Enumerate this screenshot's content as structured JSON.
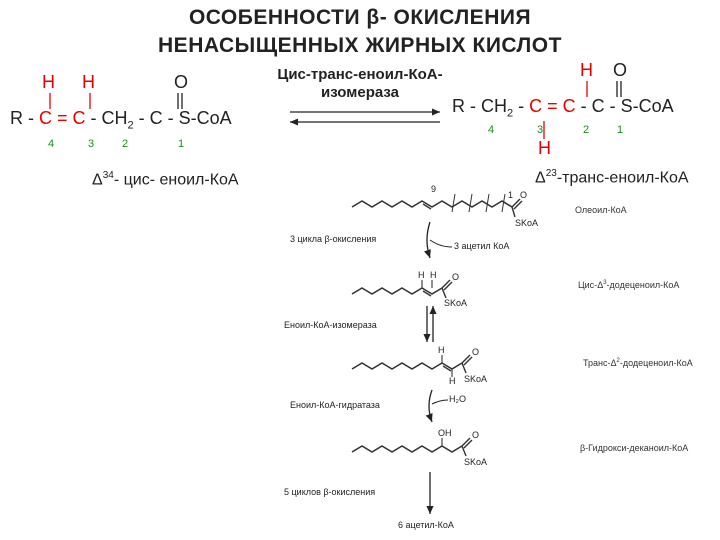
{
  "title": {
    "line1": "ОСОБЕННОСТИ β- ОКИСЛЕНИЯ",
    "line2": "НЕНАСЫЩЕННЫХ ЖИРНЫХ КИСЛОТ"
  },
  "reaction": {
    "enzyme_line1": "Цис-транс-еноил-КоА-",
    "enzyme_line2": "изомераза",
    "left": {
      "r_prefix": "R - ",
      "c_double": "C = C",
      "tail": " - CH",
      "sub2": "2",
      "tail2": " - C - S-CoA",
      "h1": "H",
      "h2": "H",
      "o": "O",
      "numbers": [
        "4",
        "3",
        "2",
        "1"
      ],
      "caption_delta": "Δ",
      "caption_sup": "34",
      "caption_rest": "- цис- еноил-КоА"
    },
    "right": {
      "prefix": "R - CH",
      "sub2": "2",
      "mid": " - ",
      "c_double": "C = C",
      "tail": " - C - S-CoA",
      "h_top": "H",
      "h_bottom": "H",
      "o": "O",
      "numbers": [
        "4",
        "3",
        "2",
        "1"
      ],
      "caption_delta": "Δ",
      "caption_sup": "23",
      "caption_rest": "-транс-еноил-КоА"
    }
  },
  "pathway": {
    "steps": [
      "3 цикла β-окисления",
      "Еноил-КоА-изомераза",
      "Еноил-КоА-гидратаза",
      "5 циклов β-окисления"
    ],
    "products": [
      "3 ацетил КоА",
      "H₂O",
      "6 ацетил-КоА"
    ],
    "compounds": {
      "oleoyl": "Олеоил-КоА",
      "cis": "Цис-",
      "cis_sup": "3",
      "cis_rest": "-додеценоил-КоА",
      "trans": "Транс-",
      "trans_sup": "2",
      "trans_rest": "-додеценоил-КоА",
      "hydroxy": "β-Гидрокси-деканоил-КоА"
    },
    "atom_labels": {
      "n9": "9",
      "n1": "1",
      "o": "O",
      "skoa": "SKoA",
      "h": "H",
      "oh": "OH"
    }
  }
}
